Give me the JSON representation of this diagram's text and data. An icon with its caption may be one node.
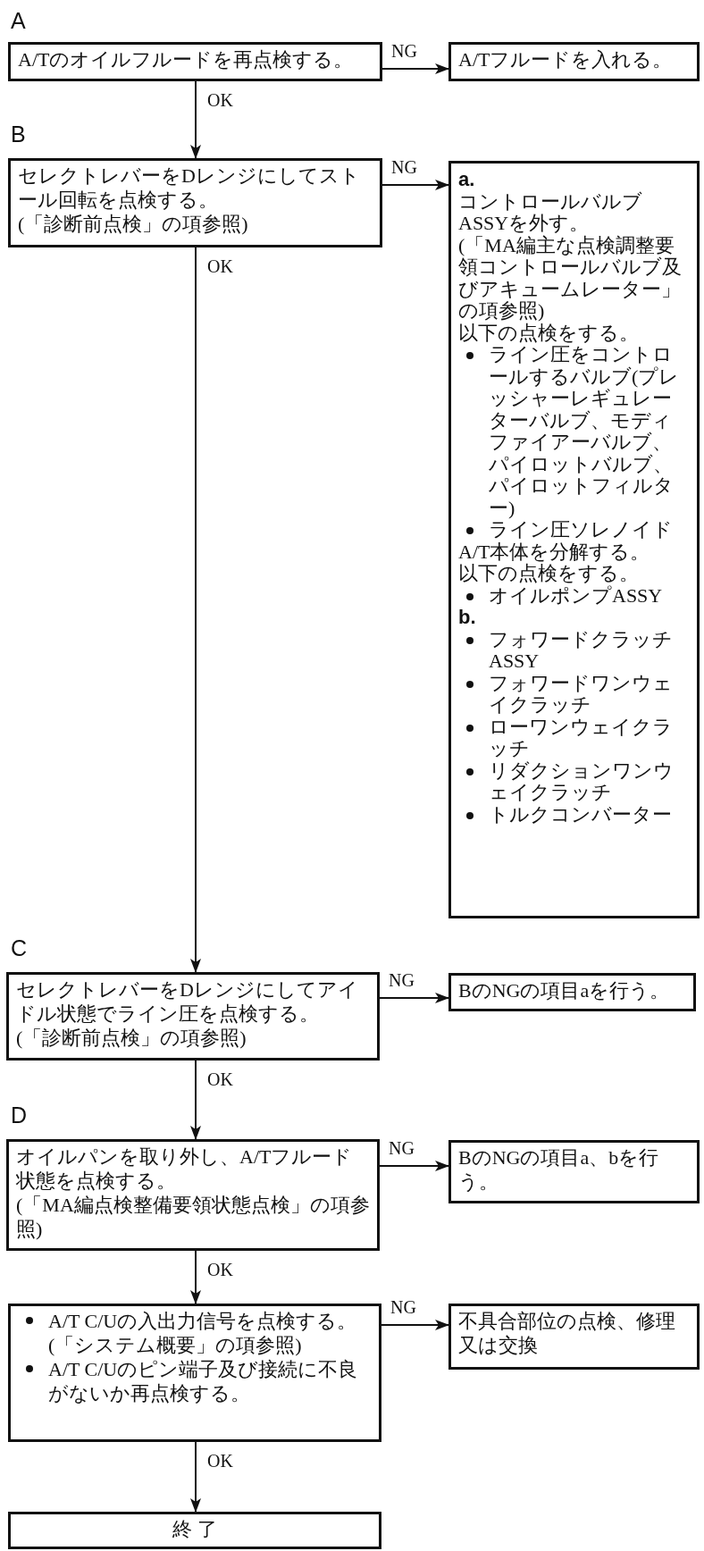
{
  "diagram": {
    "nodes": [
      {
        "text": [
          "A/Tのオイルフルードを再点検する。"
        ]
      },
      {
        "text": [
          "A/Tフルードを入れる。"
        ]
      },
      {
        "text": [
          "セレクトレバーをDレンジにしてストール回転を点検する。",
          "(「診断前点検」の項参照)"
        ]
      },
      {
        "text": [
          "a.",
          "コントロールバルブASSYを外す。",
          "(「MA編主な点検調整要領コントロールバルブ及びアキュームレーター」の項参照)",
          "以下の点検をする。",
          "ライン圧をコントロールするバルブ(プレッシャーレギュレーターバルブ、モディファイアーバルブ、パイロットバルブ、パイロットフィルター)",
          "ライン圧ソレノイド",
          "A/T本体を分解する。",
          "以下の点検をする。",
          "オイルポンプASSY",
          "b.",
          "フォワードクラッチASSY",
          "フォワードワンウェイクラッチ",
          "ローワンウェイクラッチ",
          "リダクションワンウェイクラッチ",
          "トルクコンバーター"
        ]
      },
      {
        "text": [
          "セレクトレバーをDレンジにしてアイドル状態でライン圧を点検する。",
          "(「診断前点検」の項参照)"
        ]
      },
      {
        "text": [
          "BのNGの項目aを行う。"
        ]
      },
      {
        "text": [
          "オイルパンを取り外し、A/Tフルード状態を点検する。",
          "(「MA編点検整備要領状態点検」の項参照)"
        ]
      },
      {
        "text": [
          "BのNGの項目a、bを行う。"
        ]
      },
      {
        "text": [
          "A/T C/Uの入出力信号を点検する。",
          "(「システム概要」の項参照)",
          "A/T C/Uのピン端子及び接続に不良がないか再点検する。"
        ]
      },
      {
        "text": [
          "不具合部位の点検、修理又は交換"
        ]
      },
      {
        "text": [
          "終 了"
        ]
      }
    ],
    "edges": [
      {
        "from": 0,
        "to": 1,
        "arrow": "to",
        "label": "NG"
      },
      {
        "from": 0,
        "to": 2,
        "arrow": "to",
        "label": "OK"
      },
      {
        "from": 2,
        "to": 3,
        "arrow": "to",
        "label": "NG"
      },
      {
        "from": 2,
        "to": 4,
        "arrow": "to",
        "label": "OK"
      },
      {
        "from": 4,
        "to": 5,
        "arrow": "to",
        "label": "NG"
      },
      {
        "from": 4,
        "to": 6,
        "arrow": "to",
        "label": "OK"
      },
      {
        "from": 6,
        "to": 7,
        "arrow": "to",
        "label": "NG"
      },
      {
        "from": 6,
        "to": 8,
        "arrow": "to",
        "label": "OK"
      },
      {
        "from": 8,
        "to": 9,
        "arrow": "to",
        "label": "NG"
      },
      {
        "from": 8,
        "to": 10,
        "arrow": "to",
        "label": "OK"
      }
    ],
    "labels": [
      "A",
      "B",
      "C",
      "D"
    ]
  }
}
